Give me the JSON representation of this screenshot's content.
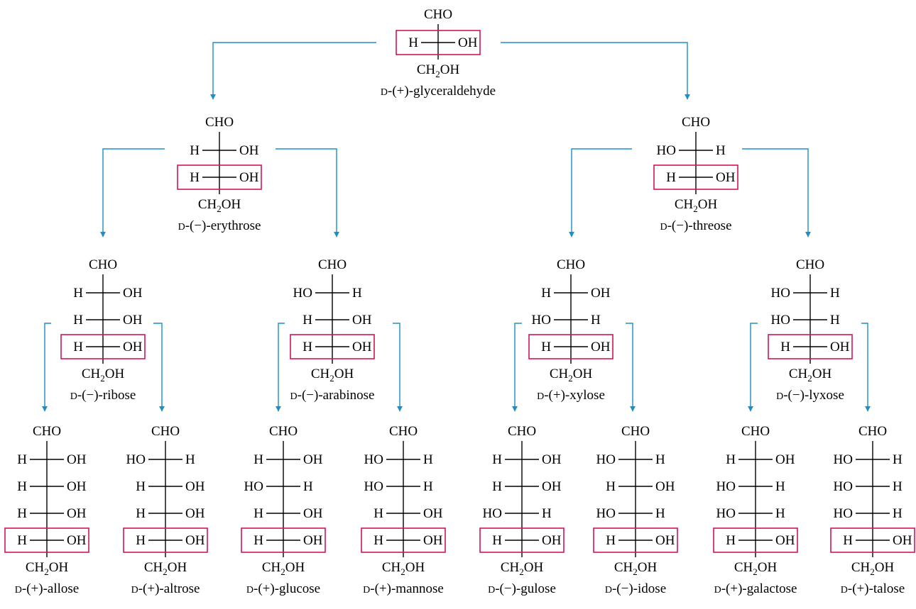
{
  "colors": {
    "box": "#d4145a",
    "arrow": "#1b8fc9",
    "text": "#000000"
  },
  "labels": {
    "top": "CHO",
    "bottom_main": "CH",
    "bottom_sub": "2",
    "bottom_tail": "OH",
    "D_prefix": "D"
  },
  "sugars": [
    {
      "id": "glyceraldehyde",
      "rows": [
        [
          "H",
          "OH"
        ]
      ],
      "prefix": "-(+)-",
      "name": "glyceraldehyde"
    },
    {
      "id": "erythrose",
      "rows": [
        [
          "H",
          "OH"
        ],
        [
          "H",
          "OH"
        ]
      ],
      "prefix": "-(−)-",
      "name": "erythrose"
    },
    {
      "id": "threose",
      "rows": [
        [
          "HO",
          "H"
        ],
        [
          "H",
          "OH"
        ]
      ],
      "prefix": "-(−)-",
      "name": "threose"
    },
    {
      "id": "ribose",
      "rows": [
        [
          "H",
          "OH"
        ],
        [
          "H",
          "OH"
        ],
        [
          "H",
          "OH"
        ]
      ],
      "prefix": "-(−)-",
      "name": "ribose"
    },
    {
      "id": "arabinose",
      "rows": [
        [
          "HO",
          "H"
        ],
        [
          "H",
          "OH"
        ],
        [
          "H",
          "OH"
        ]
      ],
      "prefix": "-(−)-",
      "name": "arabinose"
    },
    {
      "id": "xylose",
      "rows": [
        [
          "H",
          "OH"
        ],
        [
          "HO",
          "H"
        ],
        [
          "H",
          "OH"
        ]
      ],
      "prefix": "-(+)-",
      "name": "xylose"
    },
    {
      "id": "lyxose",
      "rows": [
        [
          "HO",
          "H"
        ],
        [
          "HO",
          "H"
        ],
        [
          "H",
          "OH"
        ]
      ],
      "prefix": "-(−)-",
      "name": "lyxose"
    },
    {
      "id": "allose",
      "rows": [
        [
          "H",
          "OH"
        ],
        [
          "H",
          "OH"
        ],
        [
          "H",
          "OH"
        ],
        [
          "H",
          "OH"
        ]
      ],
      "prefix": "-(+)-",
      "name": "allose"
    },
    {
      "id": "altrose",
      "rows": [
        [
          "HO",
          "H"
        ],
        [
          "H",
          "OH"
        ],
        [
          "H",
          "OH"
        ],
        [
          "H",
          "OH"
        ]
      ],
      "prefix": "-(+)-",
      "name": "altrose"
    },
    {
      "id": "glucose",
      "rows": [
        [
          "H",
          "OH"
        ],
        [
          "HO",
          "H"
        ],
        [
          "H",
          "OH"
        ],
        [
          "H",
          "OH"
        ]
      ],
      "prefix": "-(+)-",
      "name": "glucose"
    },
    {
      "id": "mannose",
      "rows": [
        [
          "HO",
          "H"
        ],
        [
          "HO",
          "H"
        ],
        [
          "H",
          "OH"
        ],
        [
          "H",
          "OH"
        ]
      ],
      "prefix": "-(+)-",
      "name": "mannose"
    },
    {
      "id": "gulose",
      "rows": [
        [
          "H",
          "OH"
        ],
        [
          "H",
          "OH"
        ],
        [
          "HO",
          "H"
        ],
        [
          "H",
          "OH"
        ]
      ],
      "prefix": "-(−)-",
      "name": "gulose"
    },
    {
      "id": "idose",
      "rows": [
        [
          "HO",
          "H"
        ],
        [
          "H",
          "OH"
        ],
        [
          "HO",
          "H"
        ],
        [
          "H",
          "OH"
        ]
      ],
      "prefix": "-(−)-",
      "name": "idose"
    },
    {
      "id": "galactose",
      "rows": [
        [
          "H",
          "OH"
        ],
        [
          "HO",
          "H"
        ],
        [
          "HO",
          "H"
        ],
        [
          "H",
          "OH"
        ]
      ],
      "prefix": "-(+)-",
      "name": "galactose"
    },
    {
      "id": "talose",
      "rows": [
        [
          "HO",
          "H"
        ],
        [
          "HO",
          "H"
        ],
        [
          "HO",
          "H"
        ],
        [
          "H",
          "OH"
        ]
      ],
      "prefix": "-(+)-",
      "name": "talose"
    }
  ]
}
